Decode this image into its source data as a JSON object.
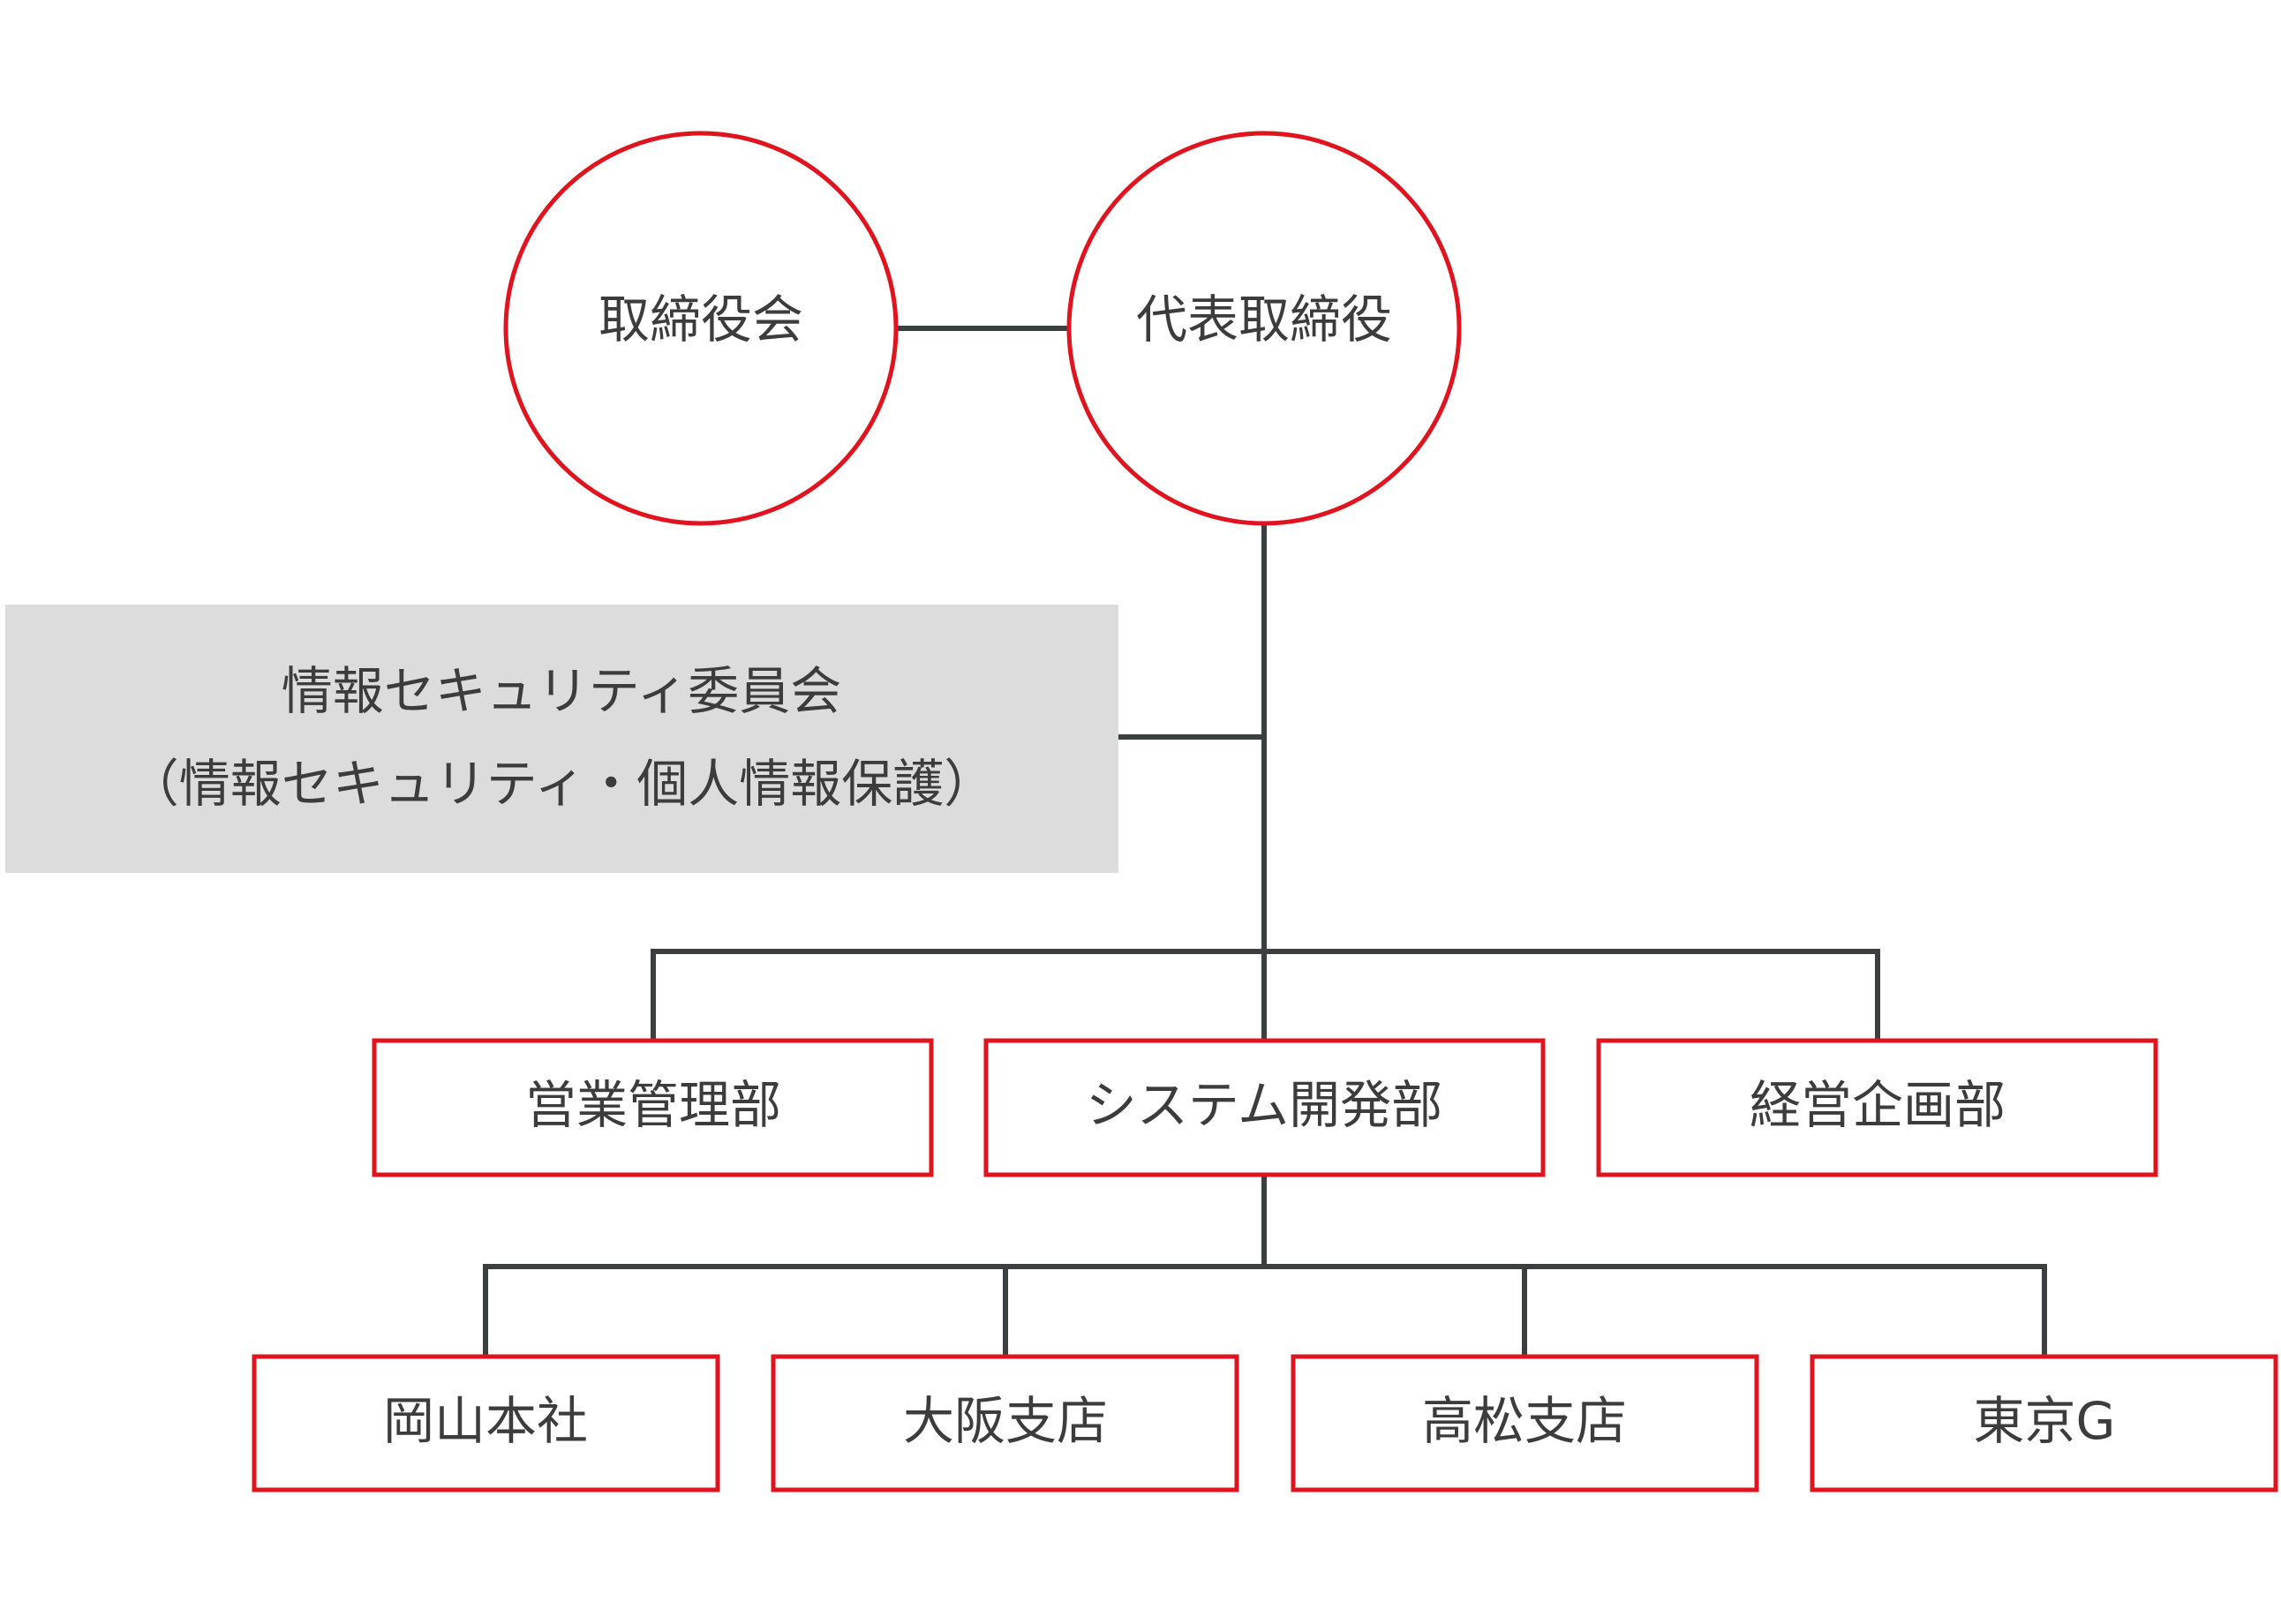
{
  "colors": {
    "accent": "#e0141e",
    "line": "#3c3f40",
    "text": "#3c3c3c",
    "committee_bg": "#dcdcdc"
  },
  "executives": {
    "board": "取締役会",
    "president": "代表取締役"
  },
  "committee": {
    "line1": "情報セキュリティ委員会",
    "line2": "（情報セキュリティ・個人情報保護）"
  },
  "departments": [
    {
      "label": "営業管理部"
    },
    {
      "label": "システム開発部"
    },
    {
      "label": "経営企画部"
    }
  ],
  "branches": [
    {
      "label": "岡山本社"
    },
    {
      "label": "大阪支店"
    },
    {
      "label": "高松支店"
    },
    {
      "label": "東京G"
    }
  ]
}
